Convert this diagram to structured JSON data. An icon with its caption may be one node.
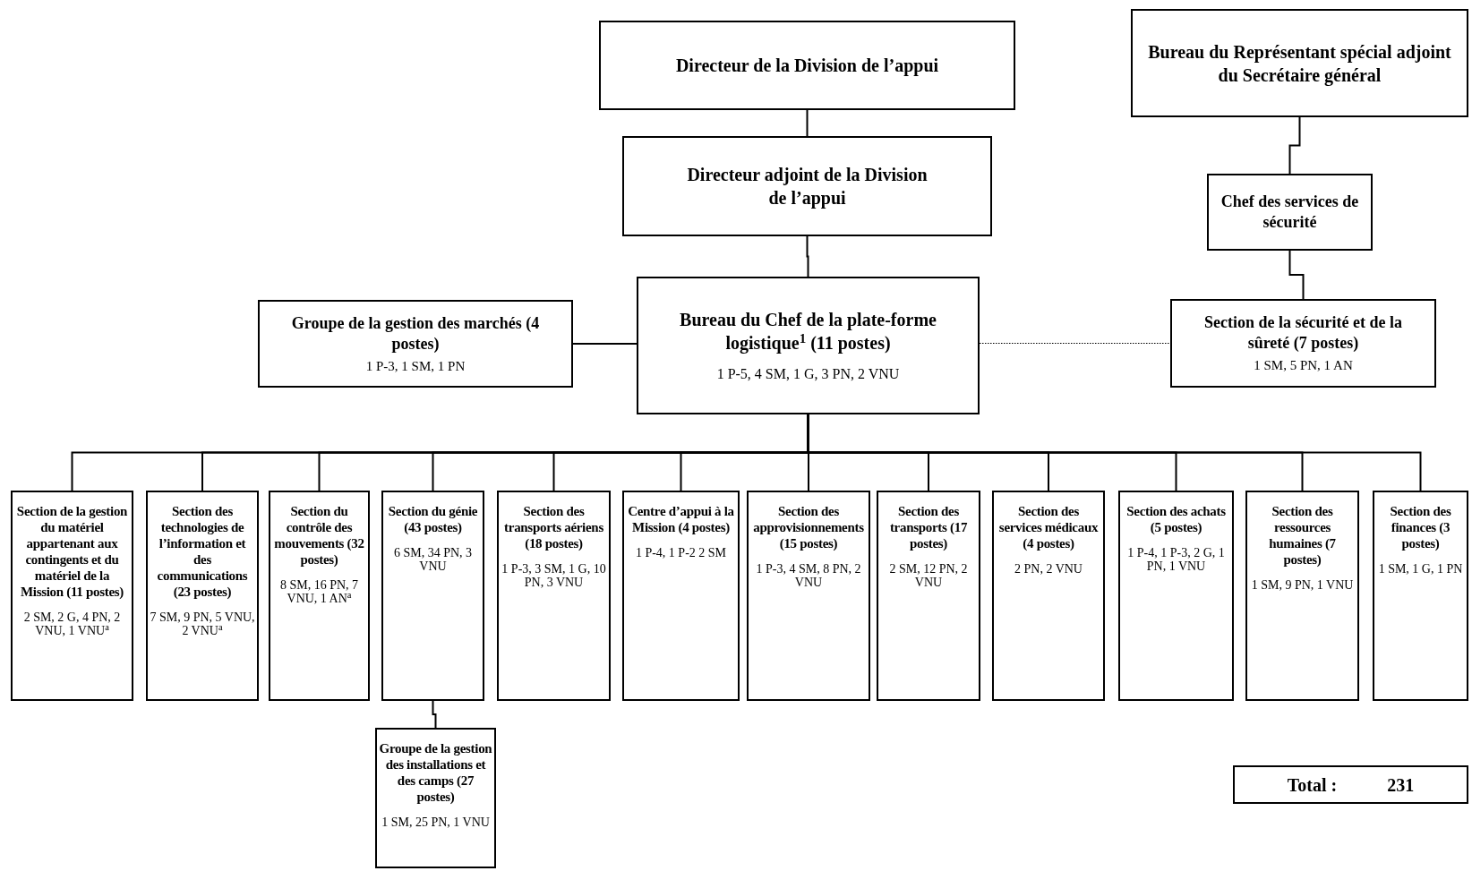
{
  "diagram": {
    "nodes": [
      {
        "text": [
          "Directeur de la Division de l’appui"
        ]
      },
      {
        "text": [
          "Directeur adjoint de la Division de l’appui"
        ]
      },
      {
        "text": [
          "Bureau du Chef de la plate-forme logistique$^{1}$ (11 postes)",
          "1 P-5, 4 SM, 1 G, 3 PN, 2 VNU"
        ]
      },
      {
        "text": [
          "Groupe de la gestion des marchés (4 postes)",
          "1 P-3, 1 SM, 1 PN"
        ]
      },
      {
        "text": [
          "Bureau du Représentant spécial adjoint du Secrétaire général"
        ]
      },
      {
        "text": [
          "Chef des services de sécurité"
        ]
      },
      {
        "text": [
          "Section de la sécurité et de la sûreté (7 postes)",
          "1 SM, 5 PN, 1 AN"
        ]
      },
      {
        "text": [
          "Section de la gestion du matériel appartenant aux contingents et du matériel de la Mission (11 postes)",
          "2 SM, 2 G, 4 PN, 2 VNU, 1 VNU$^{a}$"
        ]
      },
      {
        "text": [
          "Section des technologies de l’information et des communications (23 postes)",
          "7 SM, 9 PN, 5 VNU, 2 VNU$^{a}$"
        ]
      },
      {
        "text": [
          "Section du contrôle des mouvements (32 postes)",
          "8 SM, 16 PN, 7 VNU, 1 AN$^{a}$"
        ]
      },
      {
        "text": [
          "Section du génie (43 postes)",
          "6 SM, 34 PN, 3 VNU"
        ]
      },
      {
        "text": [
          "Section des transports aériens (18 postes)",
          "1 P-3, 3 SM, 1 G, 10 PN, 3 VNU"
        ]
      },
      {
        "text": [
          "Centre d’appui à la Mission (4 postes)",
          "1 P-4, 1 P-2 2 SM"
        ]
      },
      {
        "text": [
          "Section des approvisionnements (15 postes)",
          "1 P-3, 4 SM, 8 PN, 2 VNU"
        ]
      },
      {
        "text": [
          "Section des transports (17 postes)",
          "2 SM, 12 PN, 2 VNU"
        ]
      },
      {
        "text": [
          "Section des services médicaux (4 postes)",
          "2 PN, 2 VNU"
        ]
      },
      {
        "text": [
          "Section des achats (5 postes)",
          "1 P-4, 1 P-3, 2 G, 1 PN, 1 VNU"
        ]
      },
      {
        "text": [
          "Section des ressources humaines (7 postes)",
          "1 SM, 9 PN, 1 VNU"
        ]
      },
      {
        "text": [
          "Section des finances (3 postes)",
          "1 SM, 1 G, 1 PN"
        ]
      },
      {
        "text": [
          "Groupe de la gestion des installations et des camps (27 postes)",
          "1 SM, 25 PN, 1 VNU"
        ]
      },
      {
        "text": [
          "Total :",
          "231"
        ]
      }
    ],
    "edges": [
      {
        "from": 0,
        "to": 1,
        "arrow": "none"
      },
      {
        "from": 1,
        "to": 2,
        "arrow": "none"
      },
      {
        "from": 3,
        "to": 2,
        "arrow": "none"
      },
      {
        "from": 2,
        "to": 6,
        "arrow": "none",
        "style": "dashed"
      },
      {
        "from": 4,
        "to": 5,
        "arrow": "none"
      },
      {
        "from": 5,
        "to": 6,
        "arrow": "none"
      },
      {
        "from": 2,
        "to": 7,
        "arrow": "none"
      },
      {
        "from": 2,
        "to": 8,
        "arrow": "none"
      },
      {
        "from": 2,
        "to": 9,
        "arrow": "none"
      },
      {
        "from": 2,
        "to": 10,
        "arrow": "none"
      },
      {
        "from": 2,
        "to": 11,
        "arrow": "none"
      },
      {
        "from": 2,
        "to": 12,
        "arrow": "none"
      },
      {
        "from": 2,
        "to": 13,
        "arrow": "none"
      },
      {
        "from": 2,
        "to": 14,
        "arrow": "none"
      },
      {
        "from": 2,
        "to": 15,
        "arrow": "none"
      },
      {
        "from": 2,
        "to": 16,
        "arrow": "none"
      },
      {
        "from": 2,
        "to": 17,
        "arrow": "none"
      },
      {
        "from": 2,
        "to": 18,
        "arrow": "none"
      },
      {
        "from": 10,
        "to": 19,
        "arrow": "none"
      }
    ]
  }
}
